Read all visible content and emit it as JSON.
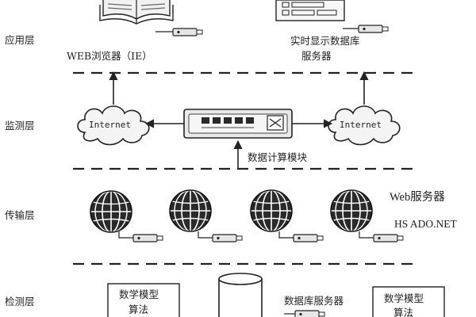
{
  "layers": {
    "application": "应用层",
    "monitoring": "监测层",
    "transmission": "传输层",
    "detection": "检测层"
  },
  "application": {
    "browser_label": "WEB浏览器（IE）",
    "db_server_line1": "实时显示数据库",
    "db_server_line2": "服务器"
  },
  "monitoring": {
    "internet_left": "Internet",
    "internet_right": "Internet",
    "compute_module": "数据计算模块"
  },
  "transmission": {
    "web_server": "Web服务器",
    "framework": "HS ADO.NET"
  },
  "detection": {
    "math_model_left_line1": "数学模型",
    "math_model_left_line2": "算法",
    "db_server": "数据库服务器",
    "math_model_right_line1": "数学模型",
    "math_model_right_line2": "算法"
  },
  "colors": {
    "stroke": "#222222",
    "cloud_fill": "#f4f4f4",
    "globe_fill": "#2a2a2a",
    "device_fill": "#e6e6e6"
  }
}
